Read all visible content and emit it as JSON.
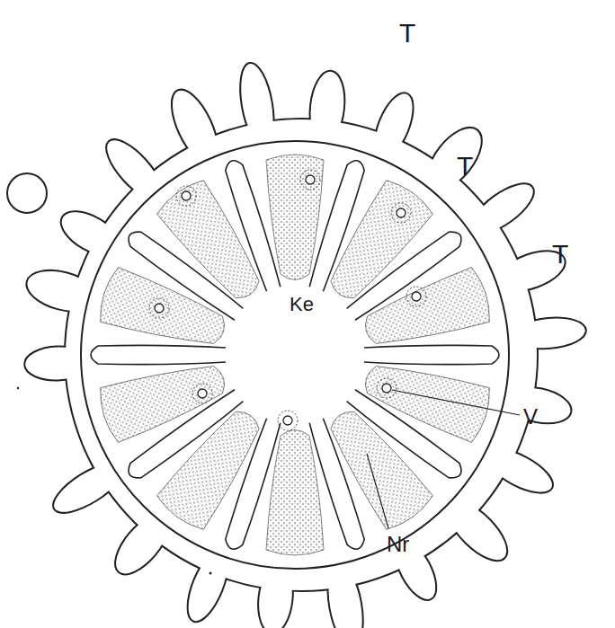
{
  "diagram": {
    "labels": [
      "T",
      "T",
      "T",
      "Ke",
      "V",
      "Nr"
    ]
  }
}
